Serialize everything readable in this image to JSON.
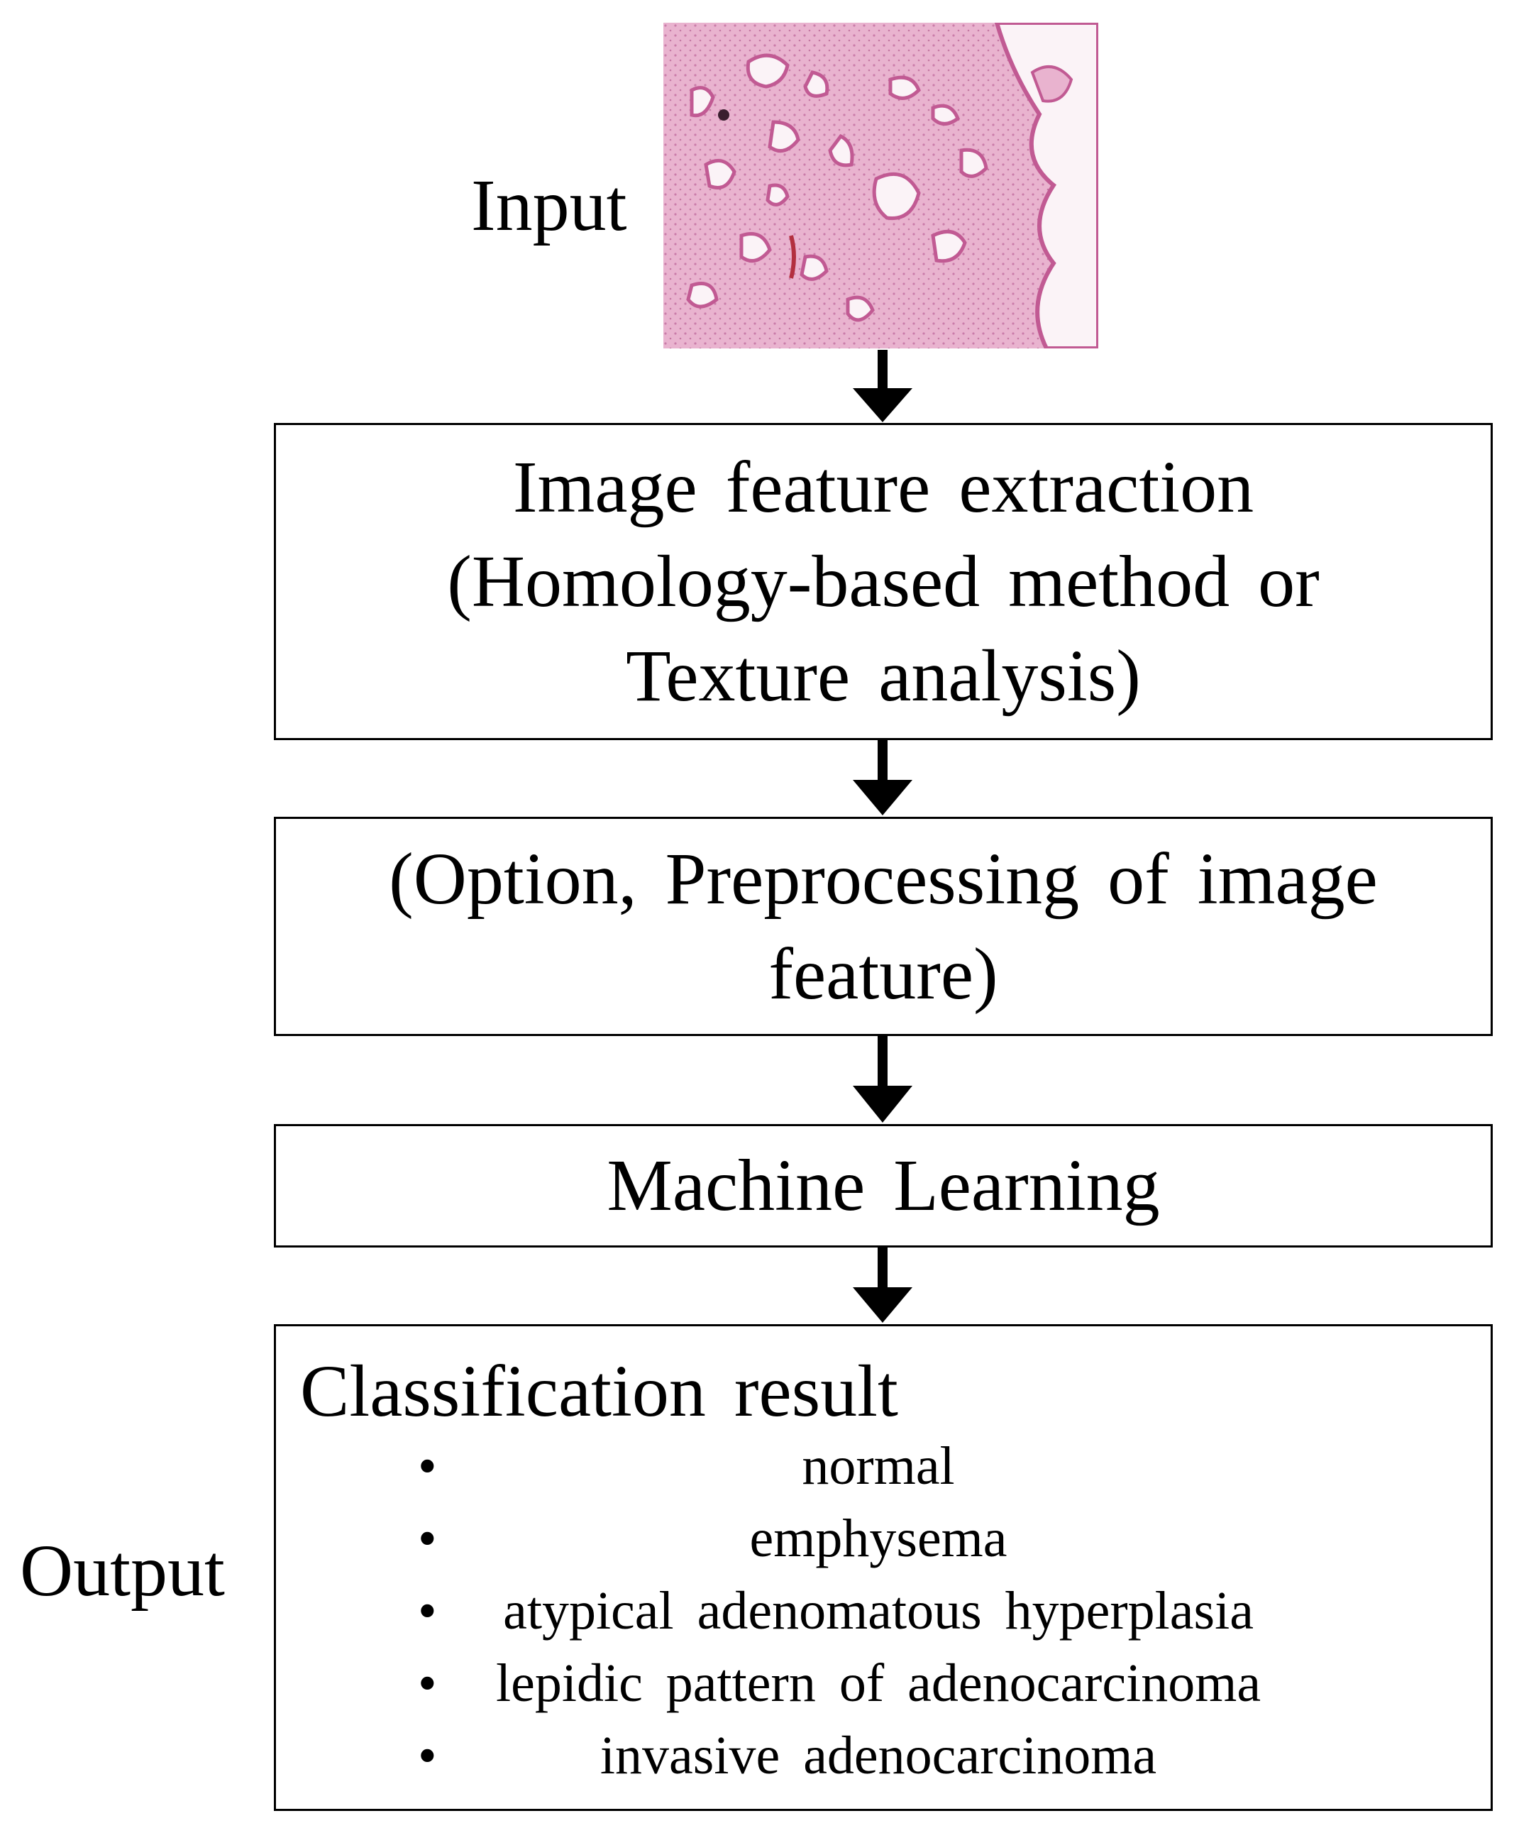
{
  "input_label": "Input",
  "output_label": "Output",
  "steps": {
    "feature_extraction": [
      "Image feature extraction",
      "(Homology-based method or",
      "Texture analysis)"
    ],
    "preprocessing": [
      "(Option, Preprocessing of image",
      "feature)"
    ],
    "machine_learning": "Machine Learning"
  },
  "result": {
    "title": "Classification result",
    "bullet": "•",
    "items": [
      "normal",
      "emphysema",
      "atypical adenomatous hyperplasia",
      "lepidic pattern of adenocarcinoma",
      "invasive adenocarcinoma"
    ]
  },
  "colors": {
    "tissue_background": "#e9b3cf",
    "tissue_stain": "#c96aa0",
    "lumen": "#fbf3f7",
    "line": "#000000"
  }
}
